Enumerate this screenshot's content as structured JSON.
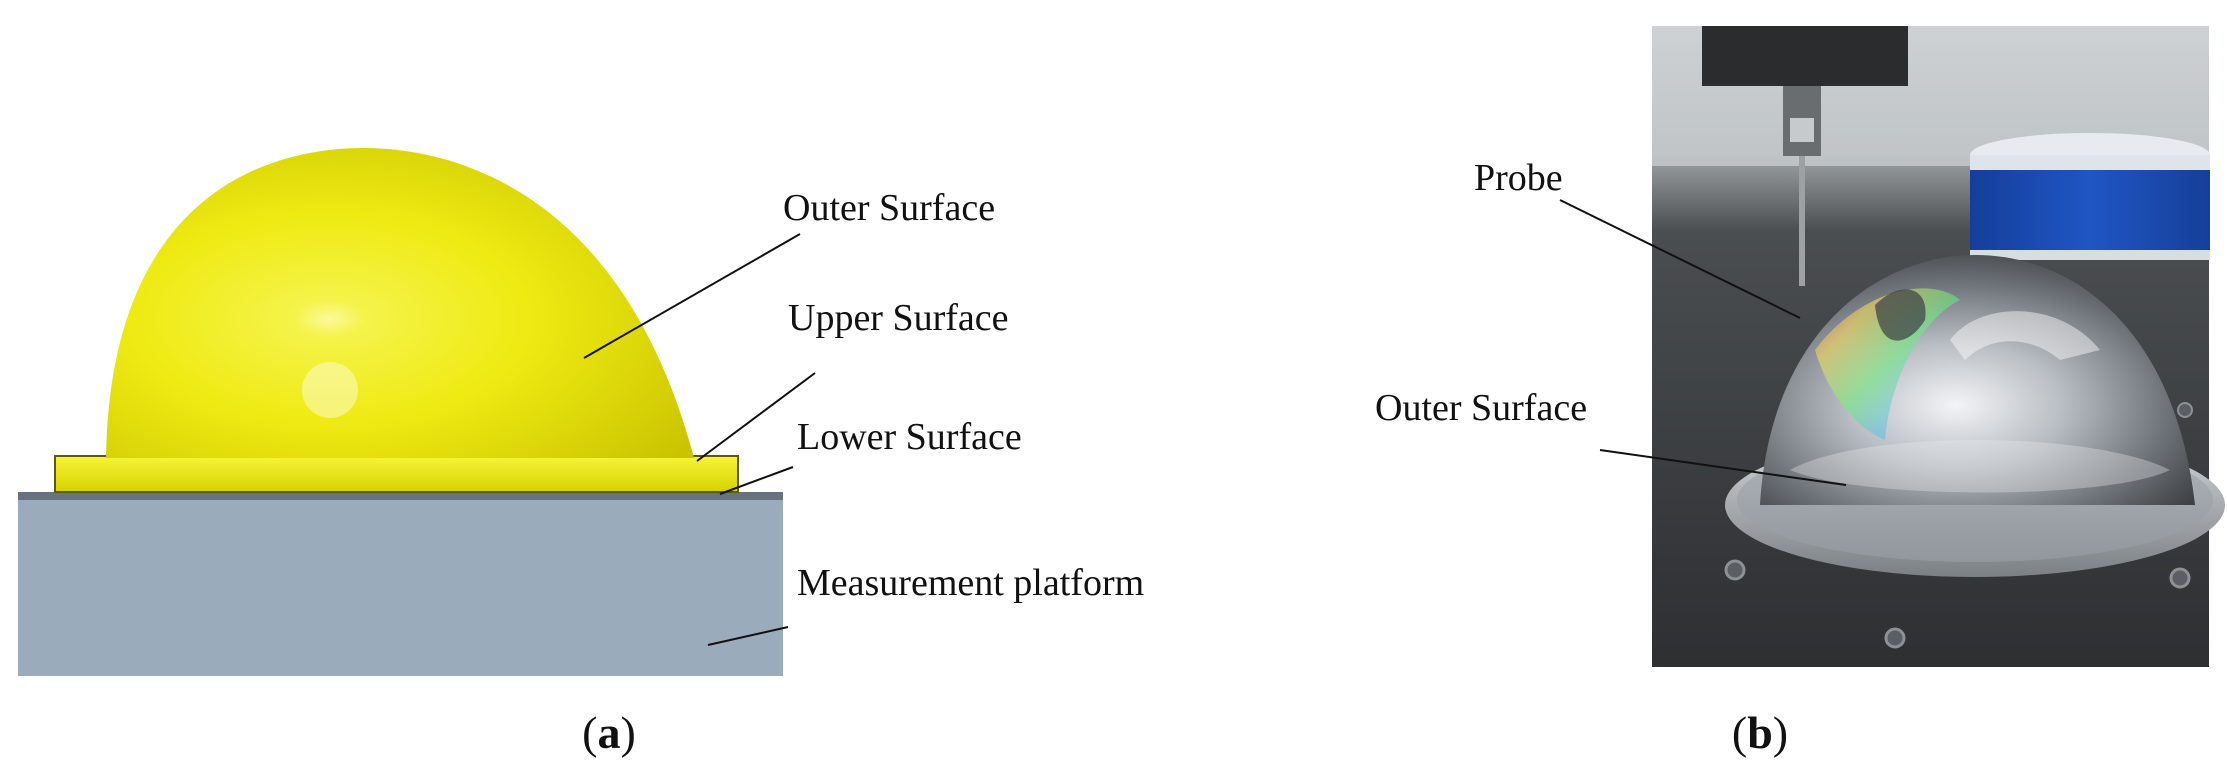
{
  "panel_a": {
    "label_open": "(",
    "label_letter": "a",
    "label_close": ")",
    "callouts": {
      "outer_surface": "Outer Surface",
      "upper_surface": "Upper Surface",
      "lower_surface": "Lower Surface",
      "platform": "Measurement platform"
    }
  },
  "panel_b": {
    "label_open": "(",
    "label_letter": "b",
    "label_close": ")",
    "callouts": {
      "probe": "Probe",
      "outer_surface": "Outer Surface"
    }
  },
  "colors": {
    "dome_yellow": "#f2ef1c",
    "platform_gray": "#9aabbb",
    "photo_background": "#3a3c3e"
  }
}
